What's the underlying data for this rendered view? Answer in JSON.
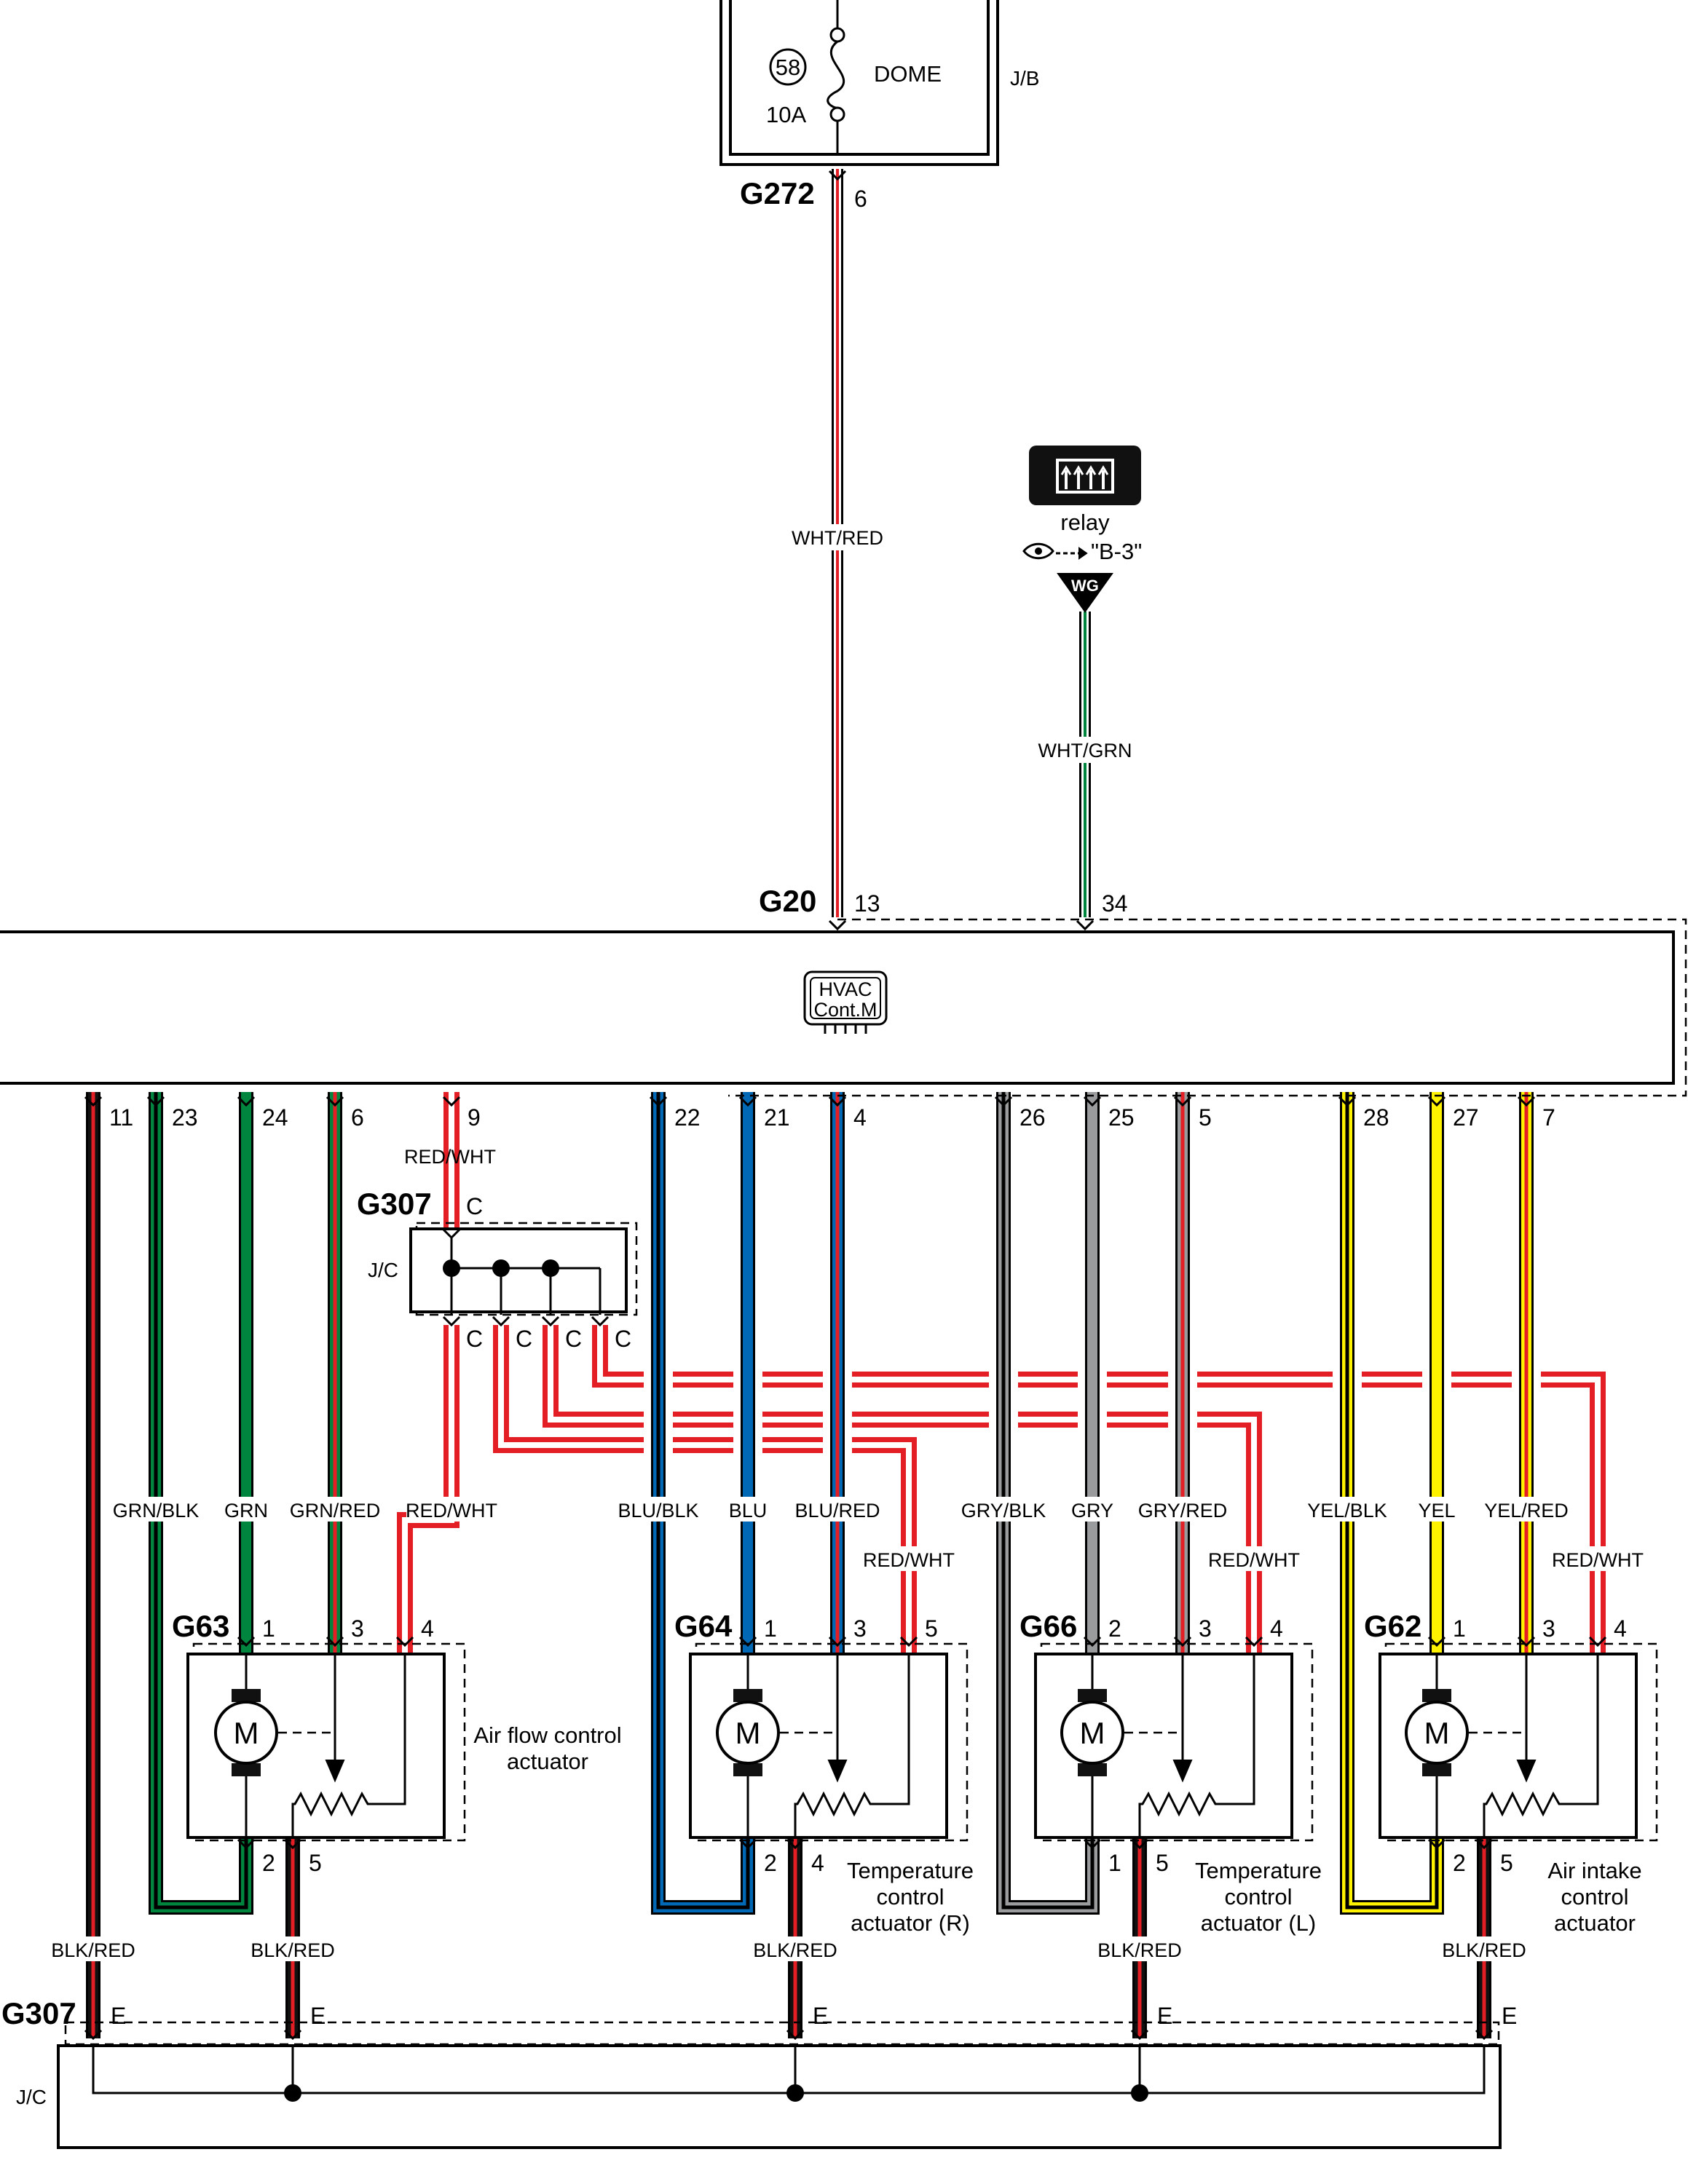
{
  "colors": {
    "red": "#e31e24",
    "white": "#ffffff",
    "green": "#00853f",
    "blue": "#0068b4",
    "gray": "#9a9b9d",
    "yellow": "#fff200",
    "black": "#111111"
  },
  "junction_block": {
    "fuse_number": "58",
    "fuse_rating": "10A",
    "fuse_name": "DOME",
    "label": "J/B",
    "connector": "G272",
    "pin": "6"
  },
  "supply_wire": {
    "color_code": "WHT/RED"
  },
  "relay": {
    "icon": "defroster-icon",
    "name": "relay",
    "reference": "\"B-3\"",
    "tag": "WG"
  },
  "relay_wire": {
    "color_code": "WHT/GRN"
  },
  "hvac": {
    "connector": "G20",
    "top_pins": [
      "13",
      "34"
    ],
    "module_line1": "HVAC",
    "module_line2": "Cont.M",
    "bottom_pins": [
      "11",
      "23",
      "24",
      "6",
      "9",
      "22",
      "21",
      "4",
      "26",
      "25",
      "5",
      "28",
      "27",
      "7"
    ]
  },
  "junction_c": {
    "connector": "G307",
    "pin_letter": "C",
    "label": "J/C",
    "upper_wire": "RED/WHT",
    "outputs": [
      "C",
      "C",
      "C",
      "C"
    ]
  },
  "wire_labels": [
    "GRN/BLK",
    "GRN",
    "GRN/RED",
    "RED/WHT",
    "BLU/BLK",
    "BLU",
    "BLU/RED",
    "GRY/BLK",
    "GRY",
    "GRY/RED",
    "YEL/BLK",
    "YEL",
    "YEL/RED"
  ],
  "red_wht_labels": [
    "RED/WHT",
    "RED/WHT",
    "RED/WHT"
  ],
  "actuators": [
    {
      "connector": "G63",
      "top_pins": [
        "1",
        "3",
        "4"
      ],
      "bottom_pins": [
        "2",
        "5"
      ],
      "motor": "M",
      "caption": [
        "Air flow control",
        "actuator"
      ]
    },
    {
      "connector": "G64",
      "top_pins": [
        "1",
        "3",
        "5"
      ],
      "bottom_pins": [
        "2",
        "4"
      ],
      "motor": "M",
      "caption": [
        "Temperature",
        "control",
        "actuator (R)"
      ]
    },
    {
      "connector": "G66",
      "top_pins": [
        "2",
        "3",
        "4"
      ],
      "bottom_pins": [
        "1",
        "5"
      ],
      "motor": "M",
      "caption": [
        "Temperature",
        "control",
        "actuator (L)"
      ]
    },
    {
      "connector": "G62",
      "top_pins": [
        "1",
        "3",
        "4"
      ],
      "bottom_pins": [
        "2",
        "5"
      ],
      "motor": "M",
      "caption": [
        "Air intake",
        "control",
        "actuator"
      ]
    }
  ],
  "ground_wires": [
    "BLK/RED",
    "BLK/RED",
    "BLK/RED",
    "BLK/RED",
    "BLK/RED"
  ],
  "junction_e": {
    "connector": "G307",
    "pin_letter": "E",
    "label": "J/C",
    "pins": [
      "E",
      "E",
      "E",
      "E",
      "E"
    ]
  }
}
